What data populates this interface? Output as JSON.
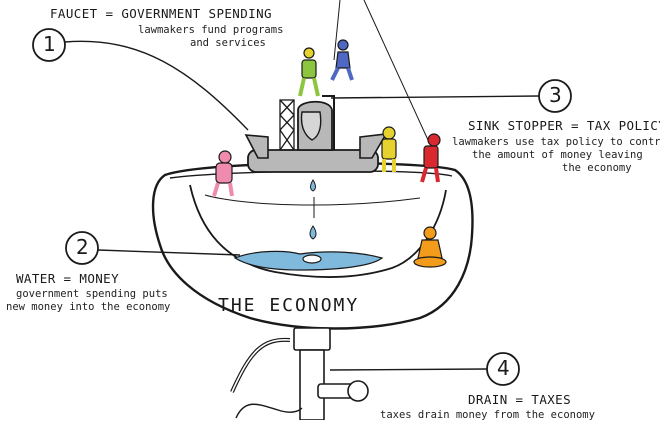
{
  "callouts": [
    {
      "number": "1",
      "heading": "FAUCET = GOVERNMENT SPENDING",
      "desc": [
        "lawmakers fund programs",
        "and services"
      ]
    },
    {
      "number": "2",
      "heading": "WATER = MONEY",
      "desc": [
        "government spending puts",
        "new money into the economy"
      ]
    },
    {
      "number": "3",
      "heading": "SINK STOPPER = TAX POLICY",
      "desc": [
        "lawmakers use tax policy to control",
        "the amount of money leaving",
        "the economy"
      ]
    },
    {
      "number": "4",
      "heading": "DRAIN = TAXES",
      "desc": [
        "taxes drain money from the economy"
      ]
    }
  ],
  "sink_label": "THE ECONOMY",
  "colors": {
    "line": "#1a1a1a",
    "water": "#7fb9dc",
    "faucet_grey": "#b8b8b8",
    "figure_pink": "#f08bb0",
    "figure_yellow": "#e6d22e",
    "figure_green": "#8cc63f",
    "figure_blue": "#4f68c4",
    "figure_red": "#d9282f",
    "figure_orange": "#f39b1a"
  }
}
